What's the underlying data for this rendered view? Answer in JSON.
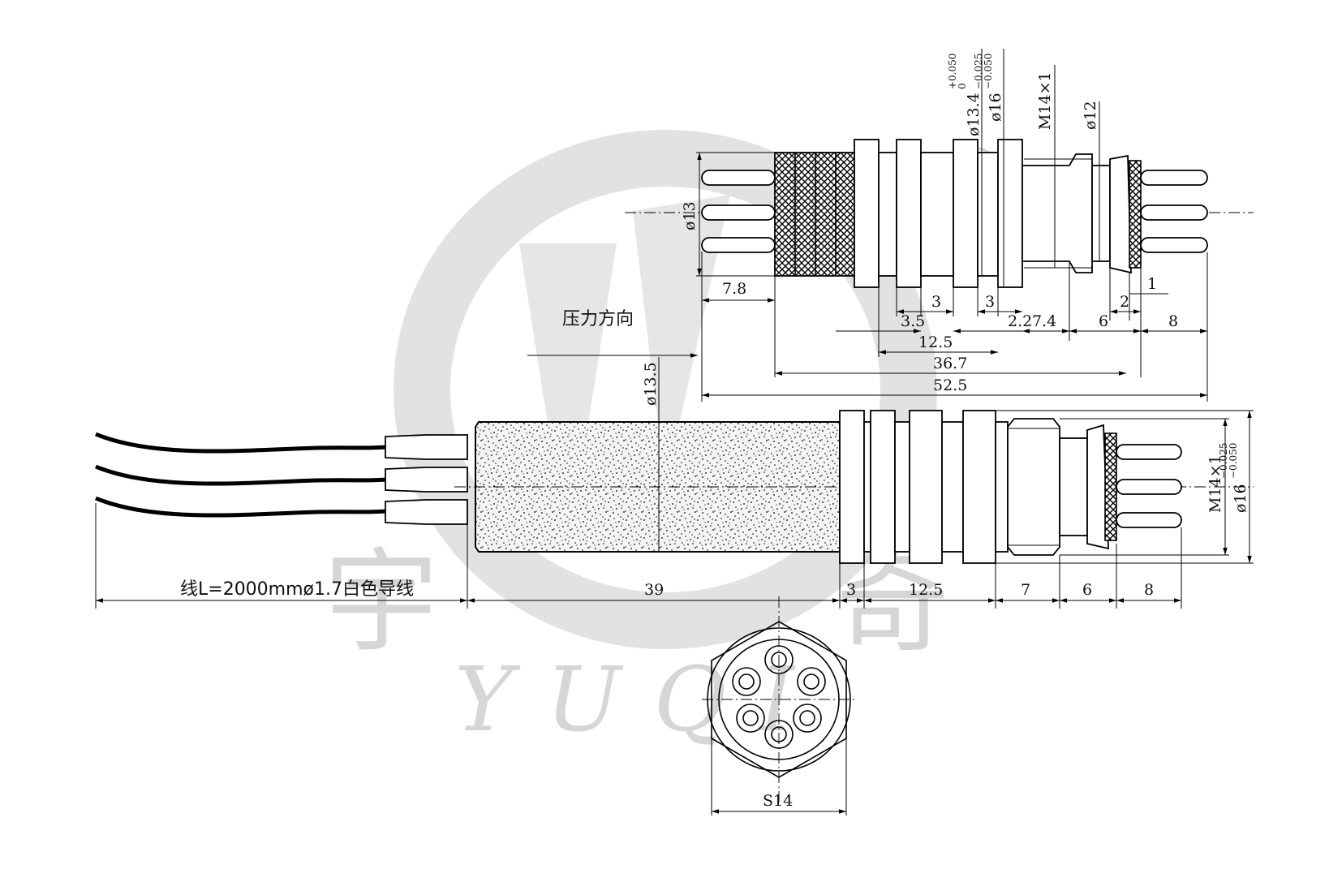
{
  "watermark": {
    "cn_left": "宇",
    "cn_right": "奇",
    "latin": "YUQI",
    "registered": "®"
  },
  "labels": {
    "pressure_direction": "压力方向",
    "wire_note": "线L=2000mmø1.7白色导线"
  },
  "top_view": {
    "dims_vertical": {
      "d13": "ø13",
      "d13_4": "ø13.4",
      "d13_4_tol_upper": "+0.050",
      "d13_4_tol_lower": "0",
      "d16": "ø16",
      "d16_tol_upper": "−0.025",
      "d16_tol_lower": "−0.050",
      "m14": "M14×1",
      "d12": "ø12"
    },
    "dims_horizontal": {
      "d7_8": "7.8",
      "d3a": "3",
      "d3b": "3",
      "d1": "1",
      "d2": "2",
      "d3_5": "3.5",
      "d2_2": "2.2",
      "d7_4": "7.4",
      "d6": "6",
      "d8": "8",
      "d12_5": "12.5",
      "d36_7": "36.7",
      "d52_5": "52.5"
    }
  },
  "main_view": {
    "d13_5": "ø13.5",
    "m14": "M14×1",
    "d16": "ø16",
    "d16_tol_upper": "−0.025",
    "d16_tol_lower": "−0.050",
    "dims_bottom": {
      "d39": "39",
      "d3": "3",
      "d12_5": "12.5",
      "d7": "7",
      "d6": "6",
      "d8": "8"
    }
  },
  "end_view": {
    "s14": "S14"
  }
}
